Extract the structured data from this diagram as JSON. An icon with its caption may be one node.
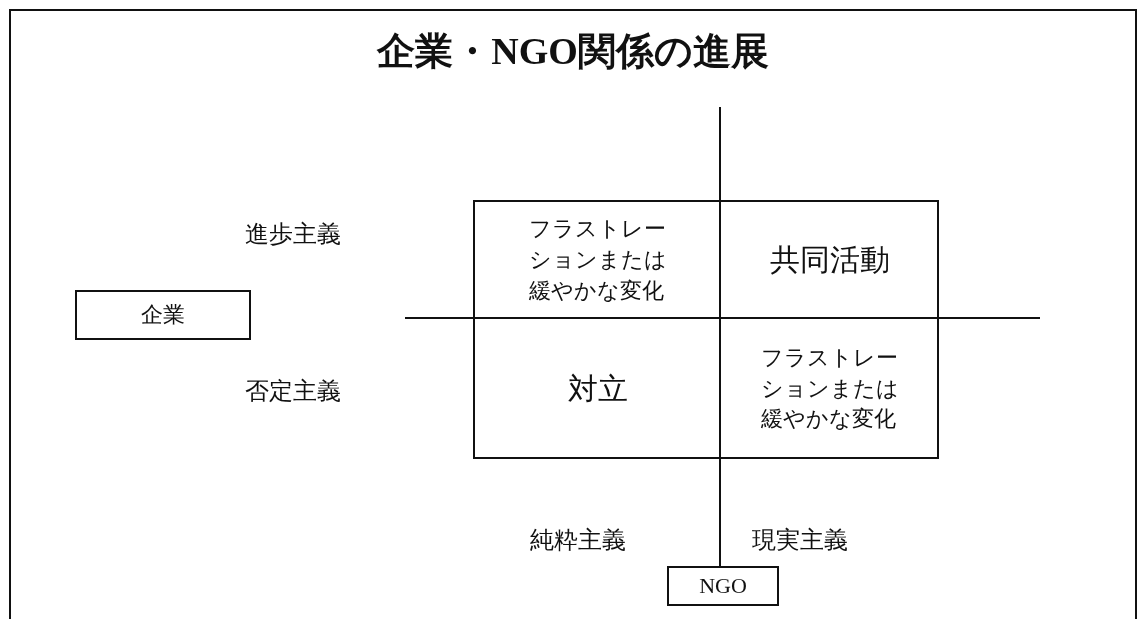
{
  "diagram": {
    "title": "企業・NGO関係の進展",
    "nodes": [
      {
        "text": [],
        "shape": "box"
      },
      {
        "text": [
          "フラストレーションまたは緩やかな変化"
        ],
        "in": 0
      },
      {
        "text": [
          "共同活動"
        ],
        "in": 0
      },
      {
        "text": [
          "対立"
        ],
        "in": 0
      },
      {
        "text": [
          "フラストレーションまたは緩やかな変化"
        ],
        "in": 0
      },
      {
        "text": [
          "企業"
        ]
      },
      {
        "text": [
          "NGO"
        ]
      }
    ],
    "edges": [],
    "labels": [
      "進歩主義",
      "否定主義",
      "純粋主義",
      "現実主義"
    ]
  }
}
